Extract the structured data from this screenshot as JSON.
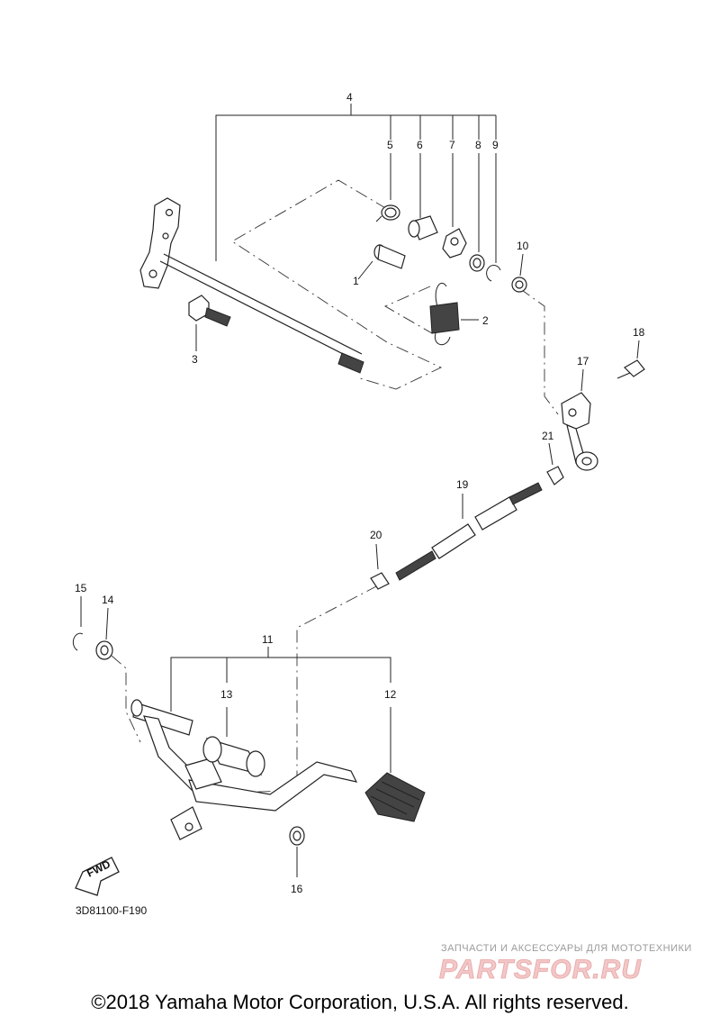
{
  "diagram": {
    "callouts": [
      "1",
      "2",
      "3",
      "4",
      "5",
      "6",
      "7",
      "8",
      "9",
      "10",
      "11",
      "12",
      "13",
      "14",
      "15",
      "16",
      "17",
      "18",
      "19",
      "20",
      "21"
    ],
    "reference_code": "3D81100-F190",
    "fwd_label": "FWD"
  },
  "watermark": {
    "tagline": "ЗАПЧАСТИ И АКСЕССУАРЫ ДЛЯ МОТОТЕХНИКИ",
    "logo": "PARTSFOR.RU"
  },
  "footer": {
    "copyright": "©2018 Yamaha Motor Corporation, U.S.A. All rights reserved."
  }
}
